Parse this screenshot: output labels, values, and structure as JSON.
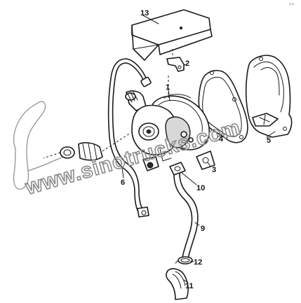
{
  "diagram": {
    "callouts": [
      {
        "id": "13",
        "label": "13"
      },
      {
        "id": "2",
        "label": "2"
      },
      {
        "id": "1",
        "label": "1"
      },
      {
        "id": "4",
        "label": "4"
      },
      {
        "id": "5",
        "label": "5"
      },
      {
        "id": "3",
        "label": "3"
      },
      {
        "id": "10",
        "label": "10"
      },
      {
        "id": "6",
        "label": "6"
      },
      {
        "id": "9",
        "label": "9"
      },
      {
        "id": "12",
        "label": "12"
      },
      {
        "id": "11",
        "label": "11"
      }
    ],
    "watermark": "www.sinotrucks.com",
    "corner_mark": "P/n"
  }
}
